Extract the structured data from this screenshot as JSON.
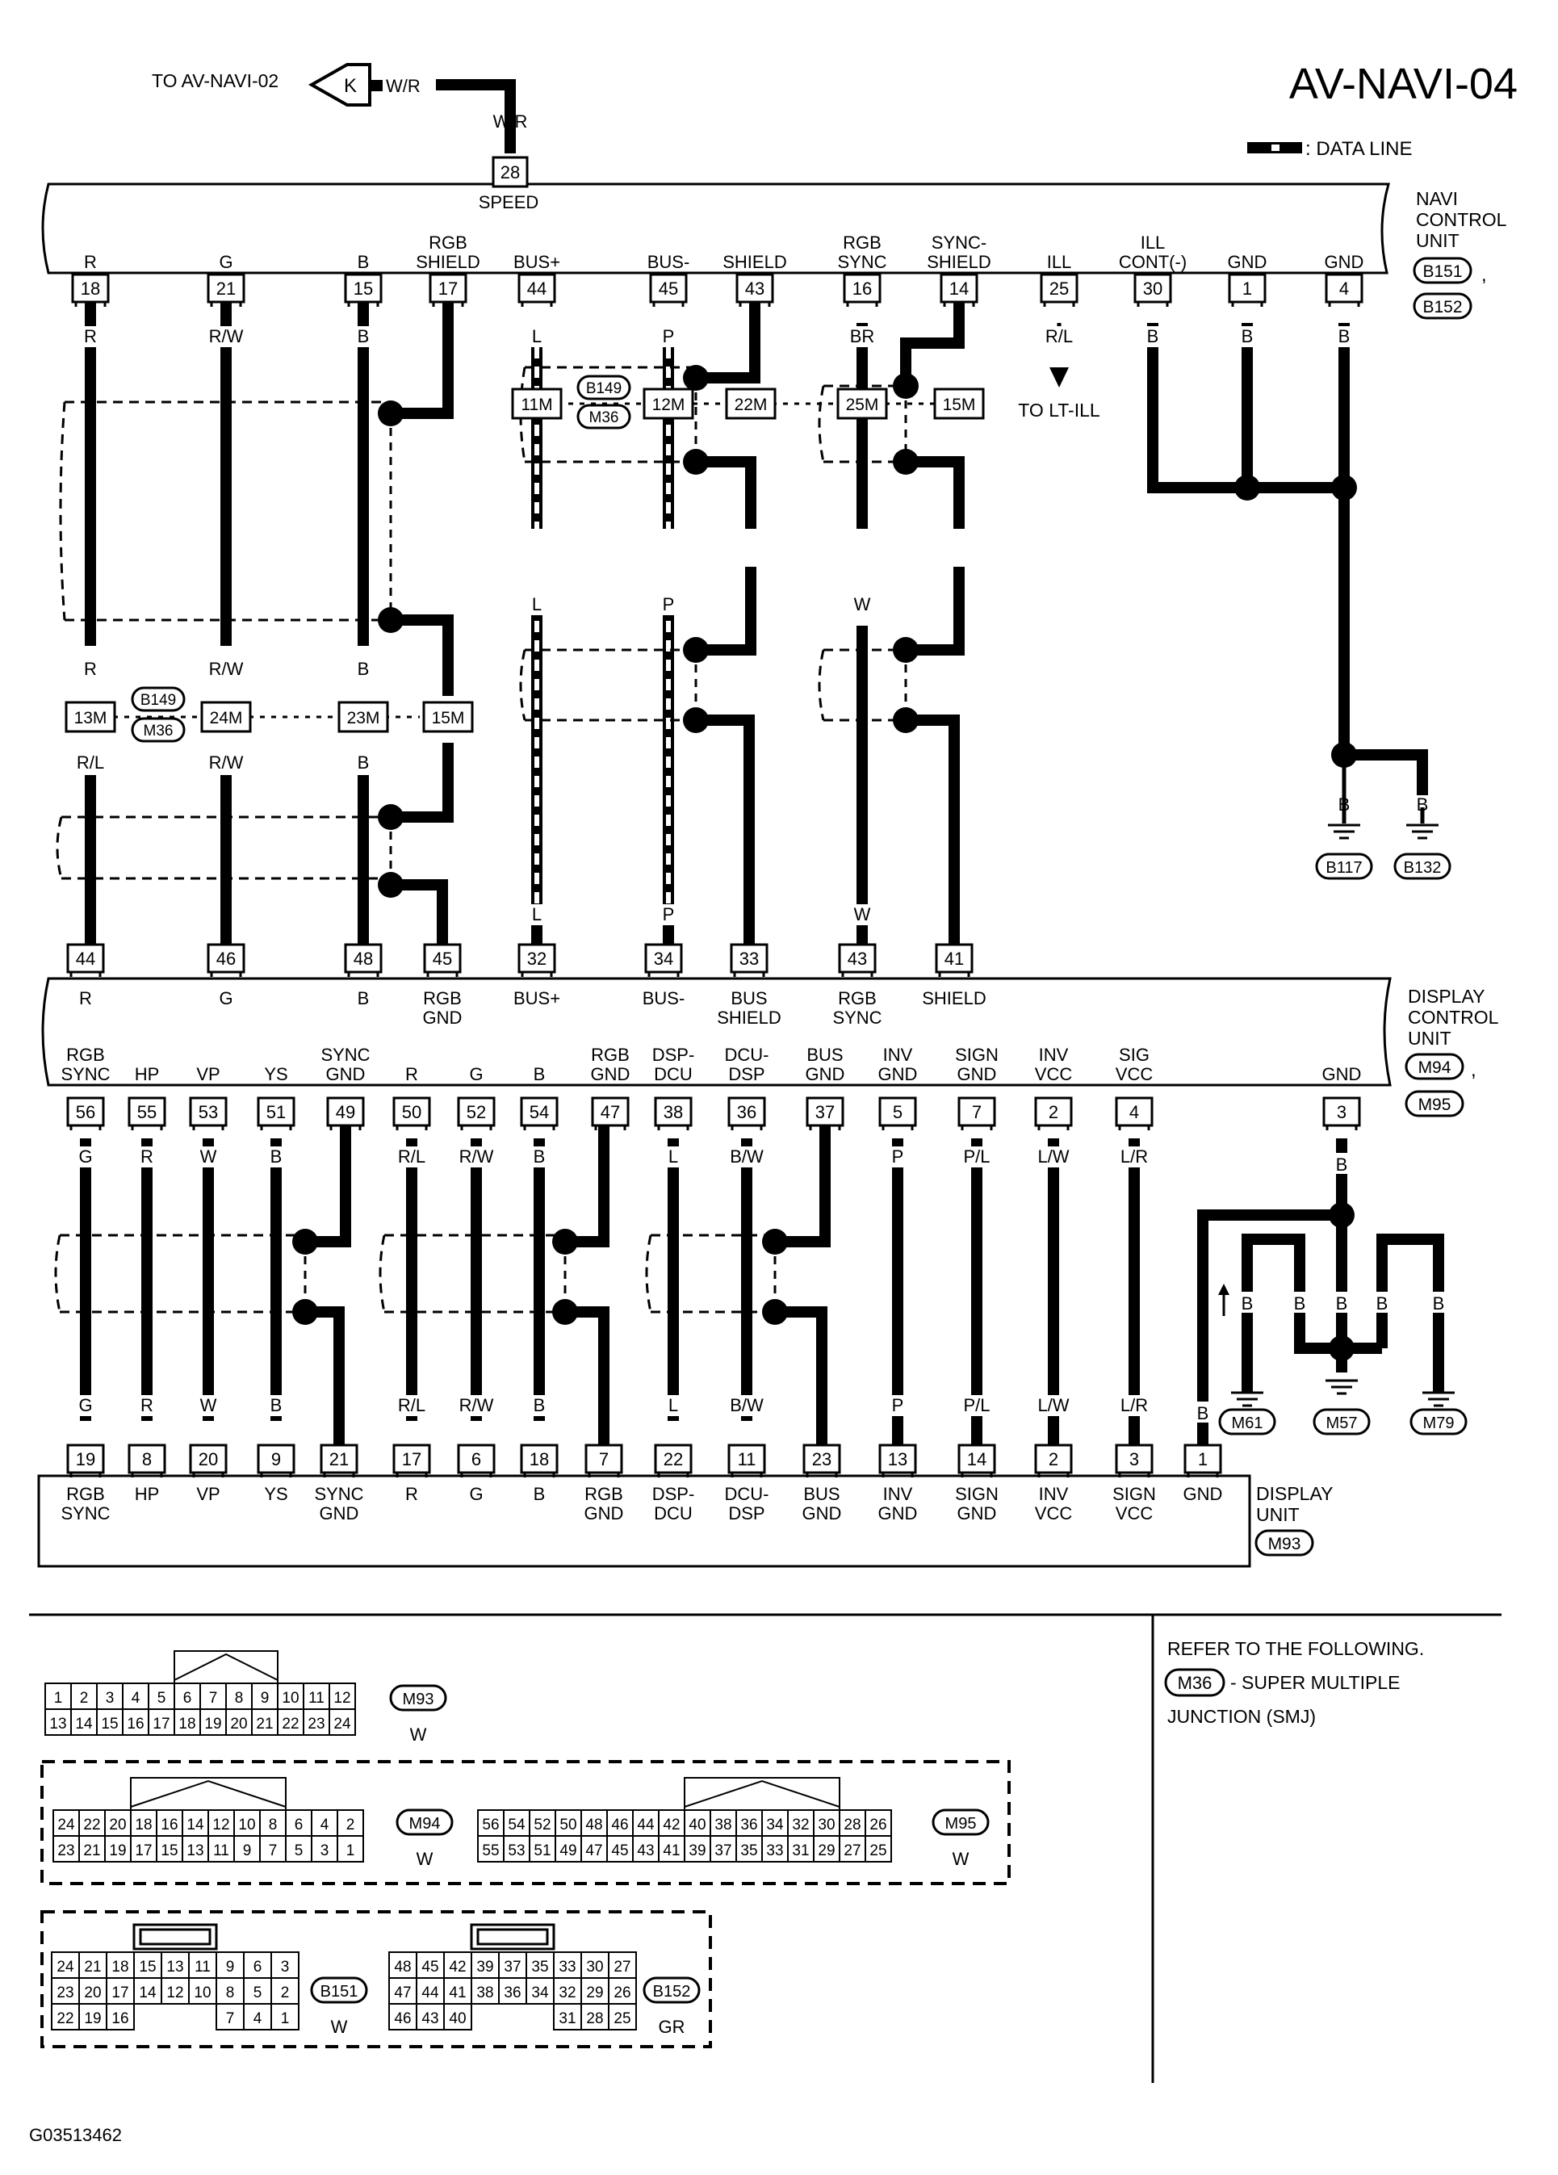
{
  "page_title": "AV-NAVI-04",
  "legend": {
    "label": ": DATA LINE"
  },
  "figure_id": "G03513462",
  "speed_input": {
    "to_text": "TO AV-NAVI-02",
    "tag": "K",
    "wire_left": "W/R",
    "wire_down": "W/R",
    "pin": "28",
    "pin_name": "SPEED"
  },
  "navi_unit": {
    "title_lines": [
      "NAVI",
      "CONTROL",
      "UNIT"
    ],
    "connectors": [
      "B151",
      "B152"
    ]
  },
  "display_control_unit": {
    "title_lines": [
      "DISPLAY",
      "CONTROL",
      "UNIT"
    ],
    "connectors": [
      "M94",
      "M95"
    ]
  },
  "display_unit": {
    "title_lines": [
      "DISPLAY",
      "UNIT"
    ],
    "connectors": [
      "M93"
    ]
  },
  "top_pins": [
    {
      "pin": "18",
      "name": [
        "R"
      ]
    },
    {
      "pin": "21",
      "name": [
        "G"
      ]
    },
    {
      "pin": "15",
      "name": [
        "B"
      ]
    },
    {
      "pin": "17",
      "name": [
        "RGB",
        "SHIELD"
      ]
    },
    {
      "pin": "44",
      "name": [
        "BUS+"
      ]
    },
    {
      "pin": "45",
      "name": [
        "BUS-"
      ]
    },
    {
      "pin": "43",
      "name": [
        "SHIELD"
      ]
    },
    {
      "pin": "16",
      "name": [
        "RGB",
        "SYNC"
      ]
    },
    {
      "pin": "14",
      "name": [
        "SYNC-",
        "SHIELD"
      ]
    },
    {
      "pin": "25",
      "name": [
        "ILL"
      ]
    },
    {
      "pin": "30",
      "name": [
        "ILL",
        "CONT(-)"
      ]
    },
    {
      "pin": "1",
      "name": [
        "GND"
      ]
    },
    {
      "pin": "4",
      "name": [
        "GND"
      ]
    }
  ],
  "mid_top_pins": [
    {
      "pin": "44",
      "name": [
        "R"
      ]
    },
    {
      "pin": "46",
      "name": [
        "G"
      ]
    },
    {
      "pin": "48",
      "name": [
        "B"
      ]
    },
    {
      "pin": "45",
      "name": [
        "RGB",
        "GND"
      ]
    },
    {
      "pin": "32",
      "name": [
        "BUS+"
      ]
    },
    {
      "pin": "34",
      "name": [
        "BUS-"
      ]
    },
    {
      "pin": "33",
      "name": [
        "BUS",
        "SHIELD"
      ]
    },
    {
      "pin": "43",
      "name": [
        "RGB",
        "SYNC"
      ]
    },
    {
      "pin": "41",
      "name": [
        "SHIELD"
      ]
    }
  ],
  "mid_bottom_pins": [
    {
      "pin": "56",
      "name": [
        "RGB",
        "SYNC"
      ]
    },
    {
      "pin": "55",
      "name": [
        "HP"
      ]
    },
    {
      "pin": "53",
      "name": [
        "VP"
      ]
    },
    {
      "pin": "51",
      "name": [
        "YS"
      ]
    },
    {
      "pin": "49",
      "name": [
        "SYNC",
        "GND"
      ]
    },
    {
      "pin": "50",
      "name": [
        "R"
      ]
    },
    {
      "pin": "52",
      "name": [
        "G"
      ]
    },
    {
      "pin": "54",
      "name": [
        "B"
      ]
    },
    {
      "pin": "47",
      "name": [
        "RGB",
        "GND"
      ]
    },
    {
      "pin": "38",
      "name": [
        "DSP-",
        "DCU"
      ]
    },
    {
      "pin": "36",
      "name": [
        "DCU-",
        "DSP"
      ]
    },
    {
      "pin": "37",
      "name": [
        "BUS",
        "GND"
      ]
    },
    {
      "pin": "5",
      "name": [
        "INV",
        "GND"
      ]
    },
    {
      "pin": "7",
      "name": [
        "SIGN",
        "GND"
      ]
    },
    {
      "pin": "2",
      "name": [
        "INV",
        "VCC"
      ]
    },
    {
      "pin": "4",
      "name": [
        "SIG",
        "VCC"
      ]
    },
    {
      "pin": "3",
      "name": [
        "GND"
      ]
    }
  ],
  "bottom_pins": [
    {
      "pin": "19",
      "name": [
        "RGB",
        "SYNC"
      ]
    },
    {
      "pin": "8",
      "name": [
        "HP"
      ]
    },
    {
      "pin": "20",
      "name": [
        "VP"
      ]
    },
    {
      "pin": "9",
      "name": [
        "YS"
      ]
    },
    {
      "pin": "21",
      "name": [
        "SYNC",
        "GND"
      ]
    },
    {
      "pin": "17",
      "name": [
        "R"
      ]
    },
    {
      "pin": "6",
      "name": [
        "G"
      ]
    },
    {
      "pin": "18",
      "name": [
        "B"
      ]
    },
    {
      "pin": "7",
      "name": [
        "RGB",
        "GND"
      ]
    },
    {
      "pin": "22",
      "name": [
        "DSP-",
        "DCU"
      ]
    },
    {
      "pin": "11",
      "name": [
        "DCU-",
        "DSP"
      ]
    },
    {
      "pin": "23",
      "name": [
        "BUS",
        "GND"
      ]
    },
    {
      "pin": "13",
      "name": [
        "INV",
        "GND"
      ]
    },
    {
      "pin": "14",
      "name": [
        "SIGN",
        "GND"
      ]
    },
    {
      "pin": "2",
      "name": [
        "INV",
        "VCC"
      ]
    },
    {
      "pin": "3",
      "name": [
        "SIGN",
        "VCC"
      ]
    },
    {
      "pin": "1",
      "name": [
        "GND"
      ]
    }
  ],
  "wire_colors": {
    "upper_a": [
      "R",
      "R/W",
      "B",
      "L",
      "P",
      "BR",
      "R/L",
      "B",
      "B",
      "B"
    ],
    "upper_b": [
      "R",
      "R/W",
      "B"
    ],
    "upper_c": [
      "R/L",
      "R/W",
      "B"
    ],
    "upper_mid": [
      "L",
      "P",
      "W"
    ],
    "upper_low": [
      "L",
      "P",
      "W"
    ],
    "lower_a": [
      "G",
      "R",
      "W",
      "B",
      "R/L",
      "R/W",
      "B",
      "L",
      "B/W",
      "P",
      "P/L",
      "L/W",
      "L/R"
    ],
    "lower_b": [
      "G",
      "R",
      "W",
      "B",
      "R/L",
      "R/W",
      "B",
      "L",
      "B/W",
      "P",
      "P/L",
      "L/W",
      "L/R"
    ]
  },
  "lt_ill_label": "TO LT-ILL",
  "joint_connectors": [
    {
      "tags": [
        "B149",
        "M36"
      ],
      "pins": [
        "11M",
        "12M",
        "22M",
        "25M",
        "15M"
      ]
    },
    {
      "tags": [
        "B149",
        "M36"
      ],
      "pins": [
        "13M",
        "24M",
        "23M",
        "15M"
      ]
    }
  ],
  "grounds": {
    "upper": {
      "wires": [
        "B",
        "B"
      ],
      "labels": [
        "B117",
        "B132"
      ]
    },
    "lower": {
      "wire_top": "B",
      "wires": [
        "B",
        "B",
        "B",
        "B",
        "B"
      ],
      "wire_gnd": "B",
      "labels": [
        "M61",
        "M57",
        "M79"
      ]
    }
  },
  "connector_faces": {
    "M93": {
      "rows": [
        [
          "1",
          "2",
          "3",
          "4",
          "5",
          "6",
          "7",
          "8",
          "9",
          "10",
          "11",
          "12"
        ],
        [
          "13",
          "14",
          "15",
          "16",
          "17",
          "18",
          "19",
          "20",
          "21",
          "22",
          "23",
          "24"
        ]
      ],
      "tag": "M93",
      "color": "W"
    },
    "M94": {
      "rows": [
        [
          "24",
          "22",
          "20",
          "18",
          "16",
          "14",
          "12",
          "10",
          "8",
          "6",
          "4",
          "2"
        ],
        [
          "23",
          "21",
          "19",
          "17",
          "15",
          "13",
          "11",
          "9",
          "7",
          "5",
          "3",
          "1"
        ]
      ],
      "tag": "M94",
      "color": "W"
    },
    "M95": {
      "rows": [
        [
          "56",
          "54",
          "52",
          "50",
          "48",
          "46",
          "44",
          "42",
          "40",
          "38",
          "36",
          "34",
          "32",
          "30",
          "28",
          "26"
        ],
        [
          "55",
          "53",
          "51",
          "49",
          "47",
          "45",
          "43",
          "41",
          "39",
          "37",
          "35",
          "33",
          "31",
          "29",
          "27",
          "25"
        ]
      ],
      "tag": "M95",
      "color": "W"
    },
    "B151": {
      "rows": [
        [
          "24",
          "21",
          "18",
          "15",
          "13",
          "11",
          "9",
          "6",
          "3"
        ],
        [
          "23",
          "20",
          "17",
          "14",
          "12",
          "10",
          "8",
          "5",
          "2"
        ],
        [
          "22",
          "19",
          "16",
          "",
          "",
          "",
          "7",
          "4",
          "1"
        ]
      ],
      "tag": "B151",
      "color": "W"
    },
    "B152": {
      "rows": [
        [
          "48",
          "45",
          "42",
          "39",
          "37",
          "35",
          "33",
          "30",
          "27"
        ],
        [
          "47",
          "44",
          "41",
          "38",
          "36",
          "34",
          "32",
          "29",
          "26"
        ],
        [
          "46",
          "43",
          "40",
          "",
          "",
          "",
          "31",
          "28",
          "25"
        ]
      ],
      "tag": "B152",
      "color": "GR"
    }
  },
  "note": {
    "line1": "REFER TO THE FOLLOWING.",
    "tag": "M36",
    "line2": "- SUPER MULTIPLE",
    "line3": "JUNCTION (SMJ)"
  }
}
